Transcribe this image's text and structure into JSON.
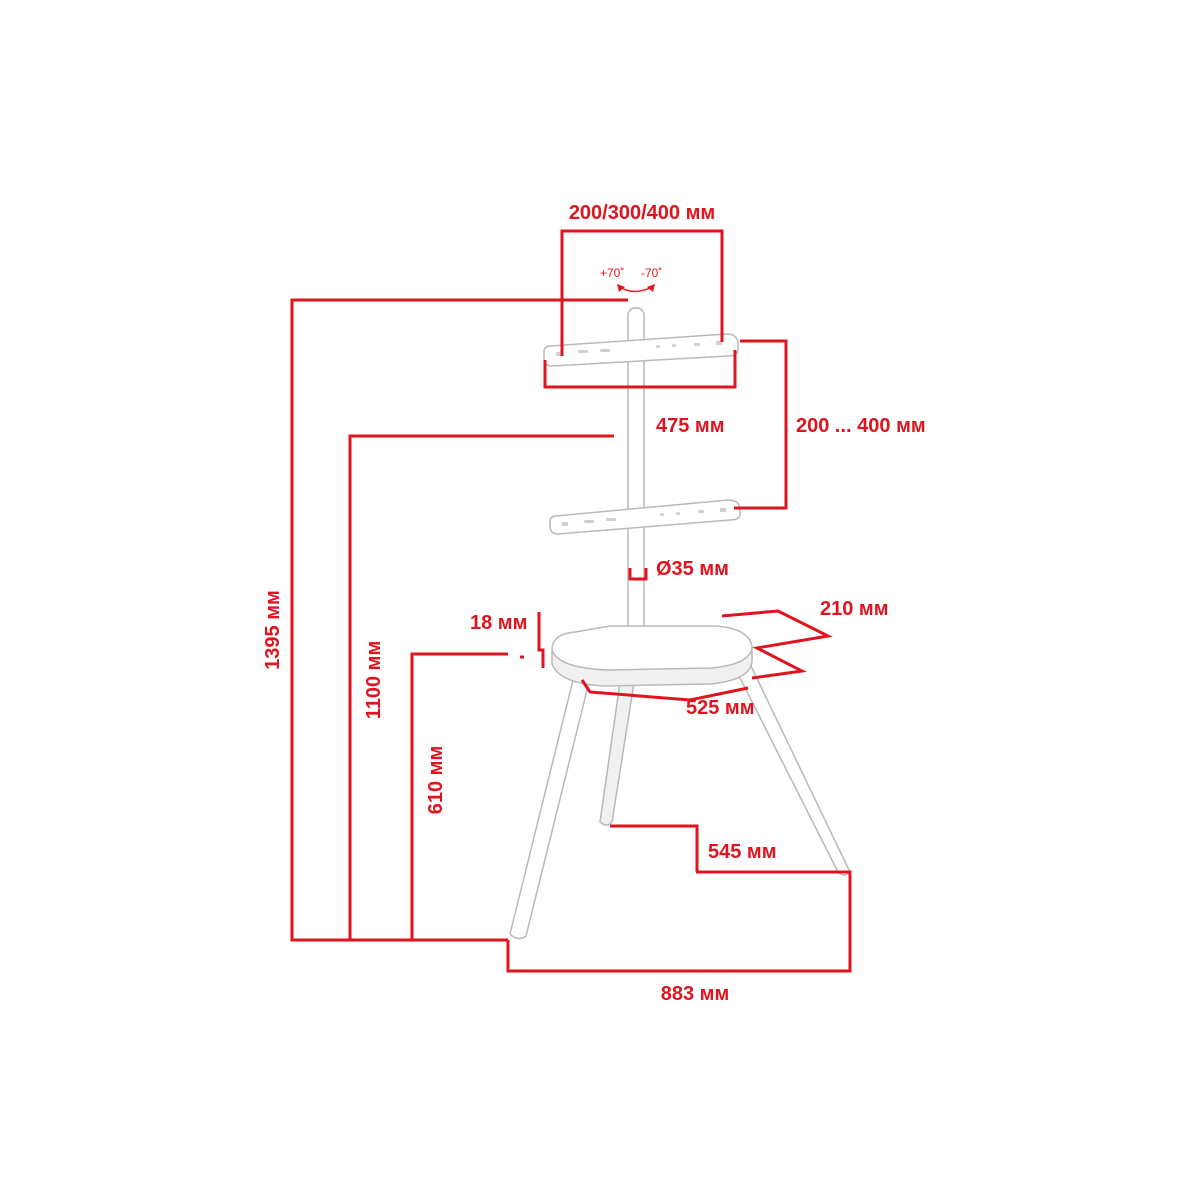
{
  "diagram": {
    "accent_color": "#e0141e",
    "product_color": "#ffffff",
    "vesa_label": "200/300/400 мм",
    "tilt_plus_label": "+70˚",
    "tilt_minus_label": "-70˚",
    "bracket_gap_label": "475 мм",
    "bracket_range_label": "200 ... 400 мм",
    "pole_diameter_label": "Ø35 мм",
    "shelf_thickness_label": "18 мм",
    "shelf_depth_label": "210 мм",
    "shelf_width_label": "525 мм",
    "total_height_label": "1395 мм",
    "mid_height_label": "1100 мм",
    "shelf_height_label": "610 мм",
    "base_depth_label": "545 мм",
    "base_width_label": "883 мм"
  }
}
